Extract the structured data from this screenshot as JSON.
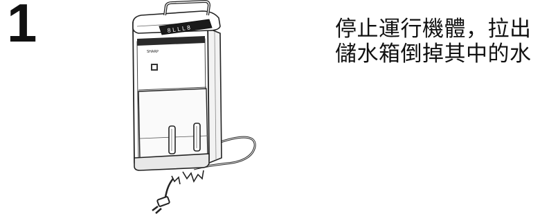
{
  "step": {
    "number": "1"
  },
  "illustration": {
    "device": "dehumidifier",
    "brand_mark": "SHARP",
    "line_color": "#222222",
    "body_color": "#ffffff"
  },
  "instruction": {
    "lines": [
      "停止運行機體，拉出",
      "儲水箱倒掉其中的水"
    ]
  }
}
